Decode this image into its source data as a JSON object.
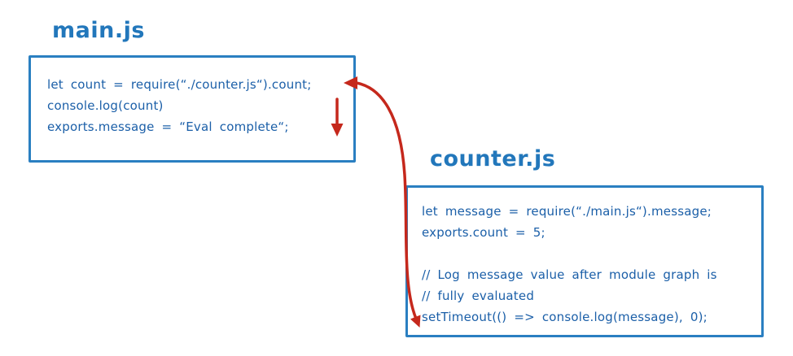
{
  "colors": {
    "box_blue": "#2a7fc1",
    "title_blue": "#2277bb",
    "code_blue": "#1b5fa8",
    "arrow_red": "#c5281c",
    "background": "#ffffff"
  },
  "main_box": {
    "title": "main.js",
    "lines": [
      "let count = require(“./counter.js“).count;",
      "console.log(count)",
      "exports.message = “Eval complete“;"
    ]
  },
  "counter_box": {
    "title": "counter.js",
    "lines": [
      "let message = require(“./main.js“).message;",
      "exports.count = 5;",
      "",
      "// Log message value after module graph is",
      "// fully evaluated",
      "setTimeout(() => console.log(message), 0);"
    ]
  },
  "arrows": [
    {
      "name": "down-arrow",
      "meaning": "short downward arrow inside main.js box"
    },
    {
      "name": "cycle-arrow",
      "meaning": "curved arrow linking main.js require line to counter.js setTimeout line"
    }
  ]
}
